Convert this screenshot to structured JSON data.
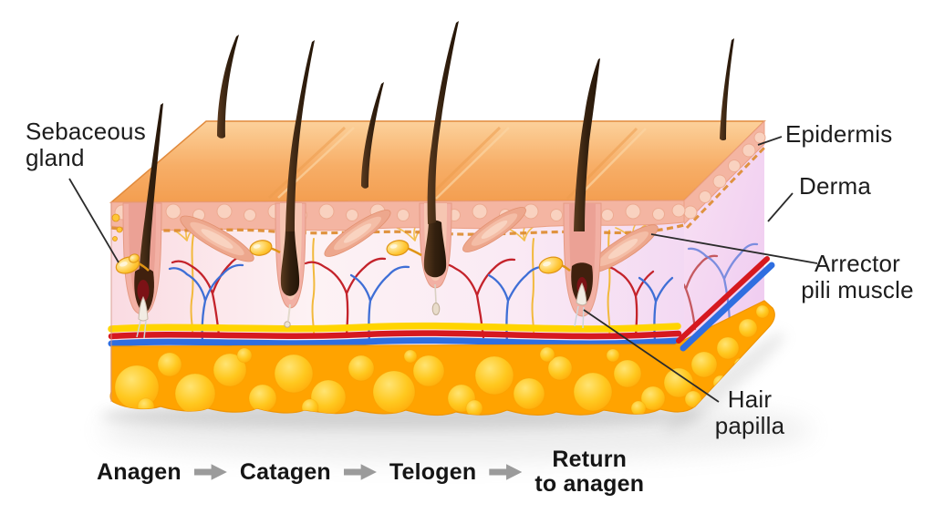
{
  "diagram": {
    "labels": {
      "sebaceous_line1": "Sebaceous",
      "sebaceous_line2": "gland",
      "epidermis": "Epidermis",
      "derma": "Derma",
      "arrector_line1": "Arrector",
      "arrector_line2": "pili muscle",
      "papilla_line1": "Hair",
      "papilla_line2": "papilla"
    },
    "cycle": {
      "stage_anagen": "Anagen",
      "stage_catagen": "Catagen",
      "stage_telogen": "Telogen",
      "stage_return_line1": "Return",
      "stage_return_line2": "to anagen"
    },
    "colors": {
      "skin_surface_orange": "#f5a55e",
      "epidermis_band_pink": "#f4b5a2",
      "derma_front_pink": "#fbeaf0",
      "derma_side_violet": "#f0cdf2",
      "fat_yellow": "#ffc120",
      "vessel_red": "#d6191f",
      "vessel_blue": "#2f6ee0",
      "nerve_yellow": "#f2b93c",
      "hair_brown": "#3a2414",
      "sebum_yellow": "#ffc637",
      "muscle_pink": "#eda78d",
      "label_text": "#1d1d1d",
      "arrow_gray": "#9b9b9b"
    }
  }
}
